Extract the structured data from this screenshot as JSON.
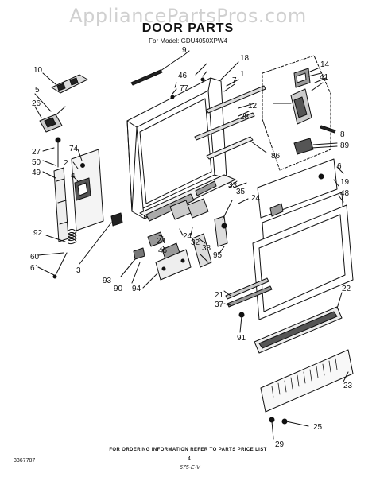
{
  "watermark": "AppliancePartsPros.com",
  "title": "DOOR PARTS",
  "subtitle": "For Model: GDU4050XPW4",
  "footer": "FOR ORDERING INFORMATION REFER TO PARTS PRICE LIST",
  "doc_number": "3367787",
  "page_number": "4",
  "hand_note": "675-E-V",
  "callouts": [
    "9",
    "10",
    "18",
    "46",
    "77",
    "1",
    "7",
    "14",
    "41",
    "5",
    "26",
    "12",
    "28",
    "27",
    "74",
    "50",
    "4",
    "2",
    "49",
    "86",
    "8",
    "89",
    "6",
    "19",
    "48",
    "33",
    "35",
    "24",
    "92",
    "60",
    "61",
    "3",
    "24",
    "46",
    "24",
    "32",
    "38",
    "95",
    "93",
    "90",
    "94",
    "21",
    "37",
    "91",
    "22",
    "23",
    "25",
    "29"
  ]
}
